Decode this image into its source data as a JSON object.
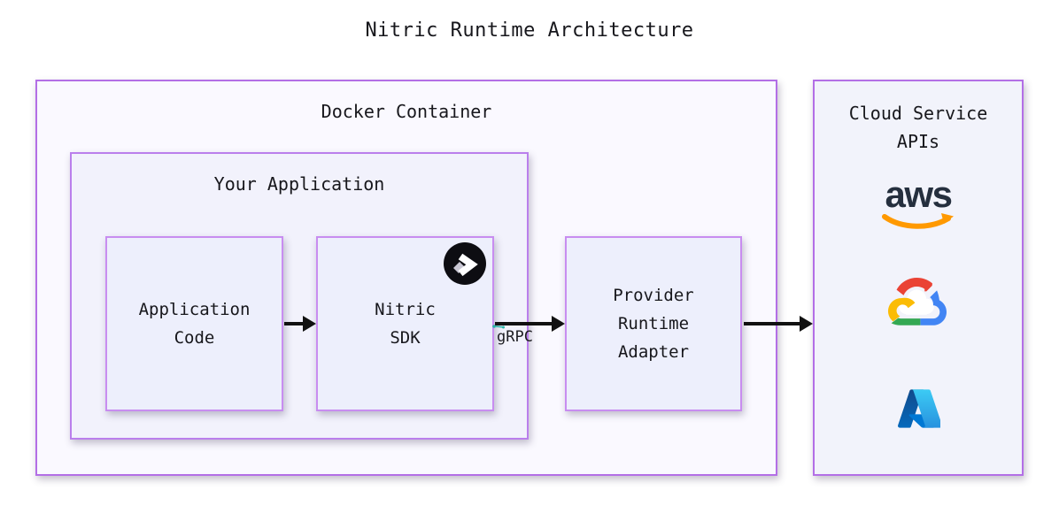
{
  "title": "Nitric Runtime Architecture",
  "containers": {
    "docker": {
      "label": "Docker Container"
    },
    "your_application": {
      "label": "Your Application"
    },
    "cloud": {
      "lines": [
        "Cloud Service",
        "APIs"
      ]
    }
  },
  "nodes": {
    "application_code": {
      "lines": [
        "Application",
        "Code"
      ]
    },
    "nitric_sdk": {
      "lines": [
        "Nitric",
        "SDK"
      ]
    },
    "provider_runtime_adapter": {
      "lines": [
        "Provider",
        "Runtime",
        "Adapter"
      ]
    }
  },
  "connections": {
    "grpc_label": "gRPC"
  },
  "logos": {
    "aws_text": "aws",
    "icons": {
      "nitric": "nitric-logo-icon",
      "grpc": "grpc-antenna-icon",
      "aws": "aws-logo",
      "google_cloud": "google-cloud-logo",
      "azure": "azure-logo"
    }
  },
  "colors": {
    "border_outer_purple": "#b36fe6",
    "border_inner_purple": "#c88df0",
    "fill_docker": "#faf9ff",
    "fill_your_application": "#f2f2fc",
    "fill_node": "#edeffc",
    "fill_cloud": "#f2f3fb",
    "arrow_black": "#111111",
    "text": "#17171c",
    "grpc_teal": "#2ab3a6",
    "nitric_circle": "#0d0d12",
    "aws_navy": "#252f3e",
    "aws_orange": "#ff9900",
    "gcp_red": "#ea4335",
    "gcp_blue": "#4285f4",
    "gcp_green": "#34a853",
    "gcp_yellow": "#fbbc05",
    "azure_dark_blue": "#114a8b",
    "azure_light_blue": "#3ccbf4"
  }
}
